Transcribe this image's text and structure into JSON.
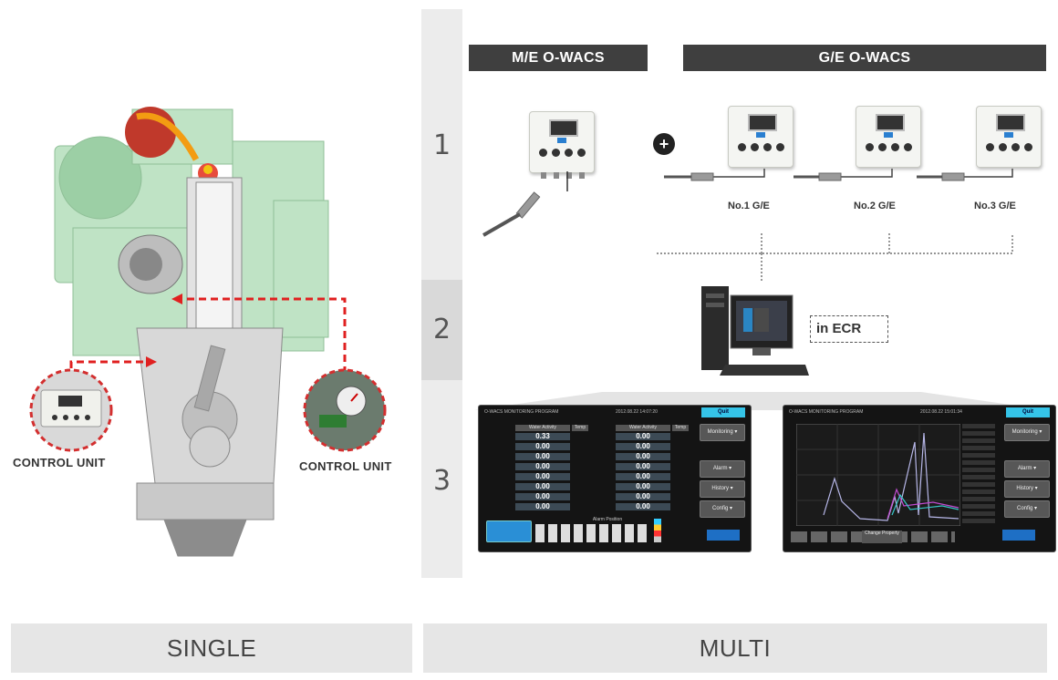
{
  "headers": {
    "me": "M/E O-WACS",
    "ge": "G/E O-WACS"
  },
  "steps": [
    "1",
    "2",
    "3"
  ],
  "ge_units": [
    "No.1 G/E",
    "No.2 G/E",
    "No.3 G/E"
  ],
  "pc_label": "in ECR",
  "control_units": {
    "left": "CONTROL UNIT",
    "right": "CONTROL UNIT"
  },
  "bottom": {
    "single": "SINGLE",
    "multi": "MULTI"
  },
  "screens": {
    "left": {
      "title": "O-WACS MONITORING PROGRAM",
      "date": "2012.08.22 14:07:20",
      "quit": "Quit",
      "col_water": "Water Activity",
      "col_temp": "Temp",
      "values_a": [
        "0.33",
        "0.00",
        "0.00",
        "0.00",
        "0.00",
        "0.00",
        "0.00",
        "0.00"
      ],
      "values_b": [
        "0.00",
        "0.00",
        "0.00",
        "0.00",
        "0.00",
        "0.00",
        "0.00",
        "0.00"
      ],
      "alarm_title": "Alarm Position",
      "side": [
        "Monitoring ▾",
        "Alarm ▾",
        "History ▾",
        "Config ▾"
      ]
    },
    "right": {
      "title": "O-WACS MONITORING PROGRAM",
      "date": "2012.08.22 15:01:34",
      "quit": "Quit",
      "change": "Change Property",
      "side": [
        "Monitoring ▾",
        "Alarm ▾",
        "History ▾",
        "Config ▾"
      ]
    }
  },
  "colors": {
    "header": "#3f3f3f",
    "accent": "#35c4e8",
    "engine": "#b9dfc0",
    "alarm": "#e02020"
  }
}
